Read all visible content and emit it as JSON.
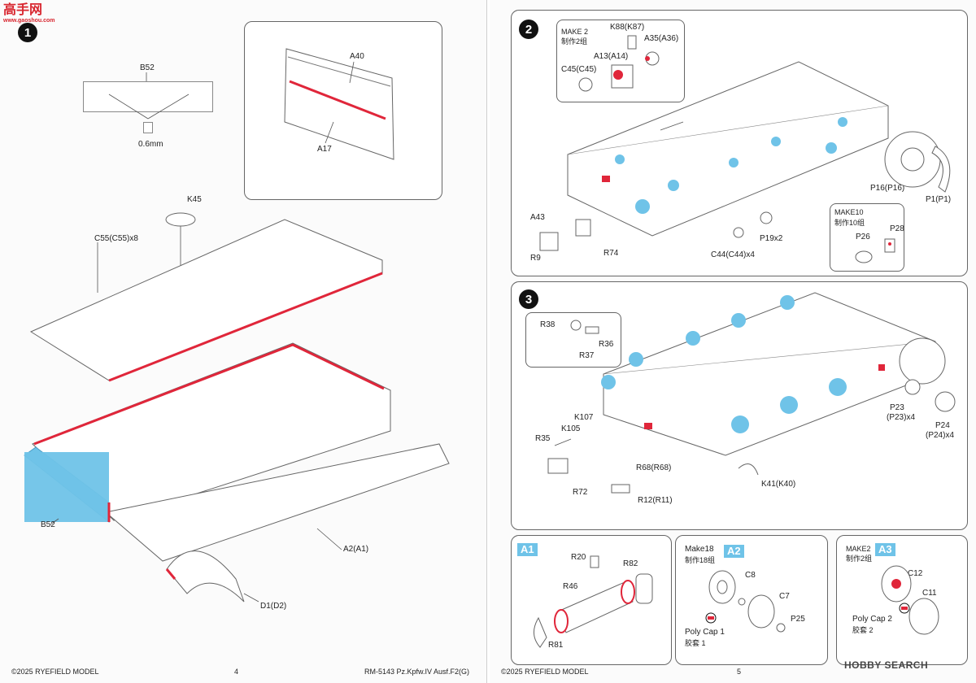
{
  "watermark": {
    "top_left": "高手网",
    "top_left_sub": "www.gaoshou.com",
    "bottom_right": "HOBBY SEARCH"
  },
  "left_page": {
    "step_number": "1",
    "labels": {
      "b52_top": "B52",
      "thickness": "0.6mm",
      "a40": "A40",
      "a17": "A17",
      "k45": "K45",
      "c55": "C55(C55)x8",
      "b52_bottom": "B52",
      "a2": "A2(A1)",
      "d1": "D1(D2)"
    },
    "footer": {
      "copyright": "©2025 RYEFIELD MODEL",
      "page_no": "4",
      "code": "RM-5143 Pz.Kpfw.IV Ausf.F2(G)"
    }
  },
  "right_page": {
    "step2": {
      "number": "2",
      "inset_make": "MAKE 2",
      "inset_make_cn": "制作2组",
      "labels": {
        "k88": "K88(K87)",
        "a35": "A35(A36)",
        "a13": "A13(A14)",
        "c45": "C45(C45)",
        "a43": "A43",
        "r9": "R9",
        "r74": "R74",
        "c44": "C44(C44)x4",
        "p19": "P19x2",
        "p16": "P16(P16)",
        "p1": "P1(P1)",
        "make10": "MAKE10",
        "make10_cn": "制作10组",
        "p26": "P26",
        "p28": "P28"
      }
    },
    "step3": {
      "number": "3",
      "labels": {
        "r38": "R38",
        "r37": "R37",
        "r36": "R36",
        "k107": "K107",
        "k105": "K105",
        "r35": "R35",
        "r72": "R72",
        "r68": "R68(R68)",
        "r12": "R12(R11)",
        "k41": "K41(K40)",
        "p23": "P23",
        "p23x": "(P23)x4",
        "p24": "P24",
        "p24x": "(P24)x4"
      }
    },
    "sub_a1": {
      "tag": "A1",
      "r20": "R20",
      "r82": "R82",
      "r46": "R46",
      "r81": "R81"
    },
    "sub_a2": {
      "tag": "A2",
      "make": "Make18",
      "make_cn": "制作18组",
      "c8": "C8",
      "c7": "C7",
      "p25": "P25",
      "polycap": "Poly Cap 1",
      "polycap_cn": "胶套 1"
    },
    "sub_a3": {
      "tag": "A3",
      "make": "MAKE2",
      "make_cn": "制作2组",
      "c12": "C12",
      "c11": "C11",
      "polycap": "Poly Cap 2",
      "polycap_cn": "胶套 2"
    },
    "footer": {
      "copyright": "©2025 RYEFIELD MODEL",
      "page_no": "5"
    }
  },
  "colors": {
    "highlight_red": "#e0263a",
    "highlight_blue": "#6fc3e8",
    "line": "#555555"
  }
}
